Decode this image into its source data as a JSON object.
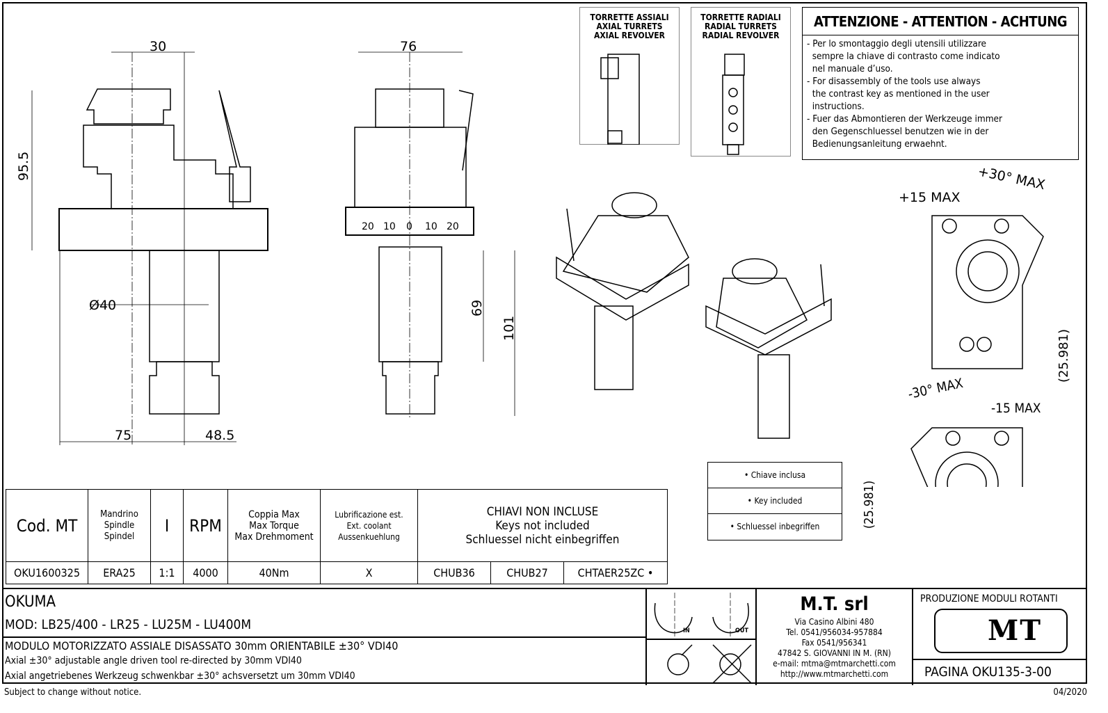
{
  "drawing": {
    "front_view": {
      "dim_top": "30",
      "dim_height": "95.5",
      "dim_diameter": "Ø40",
      "dim_left": "75",
      "dim_right": "48.5"
    },
    "side_view": {
      "dim_top": "76",
      "dim_69": "69",
      "dim_101": "101",
      "scale_labels": [
        "20",
        "10",
        "0",
        "10",
        "20"
      ]
    },
    "angle_view_top": {
      "angle": "+30° MAX",
      "offset": "+15 MAX",
      "dim": "(25.981)"
    },
    "angle_view_bottom": {
      "angle": "-30° MAX",
      "offset": "-15 MAX",
      "dim": "(25.981)"
    }
  },
  "turrets": {
    "axial": [
      "TORRETTE ASSIALI",
      "AXIAL TURRETS",
      "AXIAL REVOLVER"
    ],
    "radial": [
      "TORRETTE RADIALI",
      "RADIAL TURRETS",
      "RADIAL REVOLVER"
    ]
  },
  "warning": {
    "title": "ATTENZIONE - ATTENTION - ACHTUNG",
    "lines": [
      "- Per lo smontaggio degli utensili utilizzare\n  sempre la chiave di contrasto come indicato\n  nel manuale d’uso.",
      "- For disassembly of the tools use always\n  the contrast key as mentioned in the user\n  instructions.",
      "- Fuer das Abmontieren der Werkzeuge immer\n  den Gegenschluessel benutzen wie in der\n  Bedienungsanleitung erwaehnt."
    ]
  },
  "key_legend": [
    "• Chiave inclusa",
    "• Key included",
    "• Schluessel inbegriffen"
  ],
  "spec_table": {
    "headers": {
      "code": "Cod. MT",
      "spindle": [
        "Mandrino",
        "Spindle",
        "Spindel"
      ],
      "ratio": "I",
      "rpm": "RPM",
      "torque": [
        "Coppia Max",
        "Max Torque",
        "Max Drehmoment"
      ],
      "coolant": [
        "Lubrificazione est.",
        "Ext. coolant",
        "Aussenkuehlung"
      ],
      "keys": [
        "CHIAVI NON INCLUSE",
        "Keys not included",
        "Schluessel nicht einbegriffen"
      ]
    },
    "row": {
      "code": "OKU1600325",
      "spindle": "ERA25",
      "ratio": "1:1",
      "rpm": "4000",
      "torque": "40Nm",
      "coolant": "X",
      "keys": [
        "CHUB36",
        "CHUB27",
        "CHTAER25ZC •"
      ]
    }
  },
  "title_block": {
    "brand": "OKUMA",
    "models": "MOD: LB25/400 - LR25 - LU25M - LU400M",
    "desc_it": "MODULO MOTORIZZATO ASSIALE DISASSATO 30mm ORIENTABILE ±30° VDI40",
    "desc_en": "Axial ±30° adjustable angle driven tool re-directed by 30mm VDI40",
    "desc_de": "Axial angetriebenes Werkzeug schwenkbar ±30° achsversetzt um 30mm VDI40",
    "rotation_in": "IN",
    "rotation_out": "OUT",
    "company": {
      "name": "M.T. srl",
      "address": "Via Casino Albini 480",
      "tel": "Tel. 0541/956034-957884",
      "fax": "Fax 0541/956341",
      "city": "47842 S. GIOVANNI IN M. (RN)",
      "email": "e-mail: mtma@mtmarchetti.com",
      "web": "http://www.mtmarchetti.com"
    },
    "division": "PRODUZIONE MODULI ROTANTI",
    "logo": "MT",
    "page": "PAGINA OKU135-3-00"
  },
  "footer": {
    "notice": "Subject to change without notice.",
    "date": "04/2020"
  }
}
